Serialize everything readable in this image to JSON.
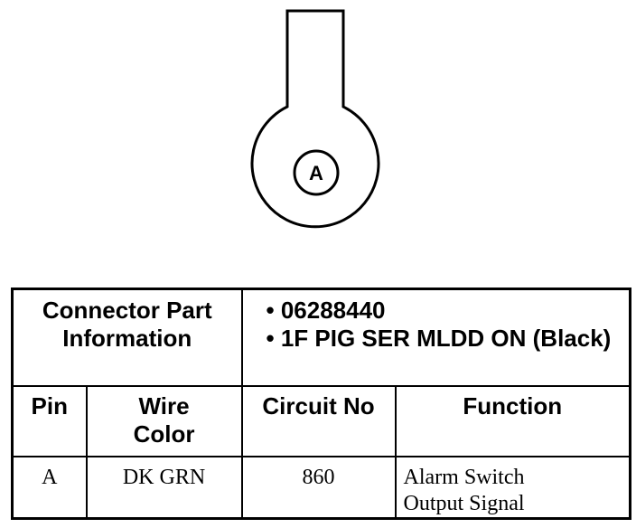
{
  "connector": {
    "terminal_label": "A"
  },
  "table": {
    "part_info_label": "Connector Part Information",
    "part_info_lines": [
      "• 06288440",
      "• 1F PIG SER MLDD ON (Black)"
    ],
    "columns": [
      "Pin",
      "Wire Color",
      "Circuit No",
      "Function"
    ],
    "rows": [
      {
        "pin": "A",
        "wire_color": "DK GRN",
        "circuit_no": "860",
        "function": "Alarm Switch Output Signal"
      }
    ]
  }
}
